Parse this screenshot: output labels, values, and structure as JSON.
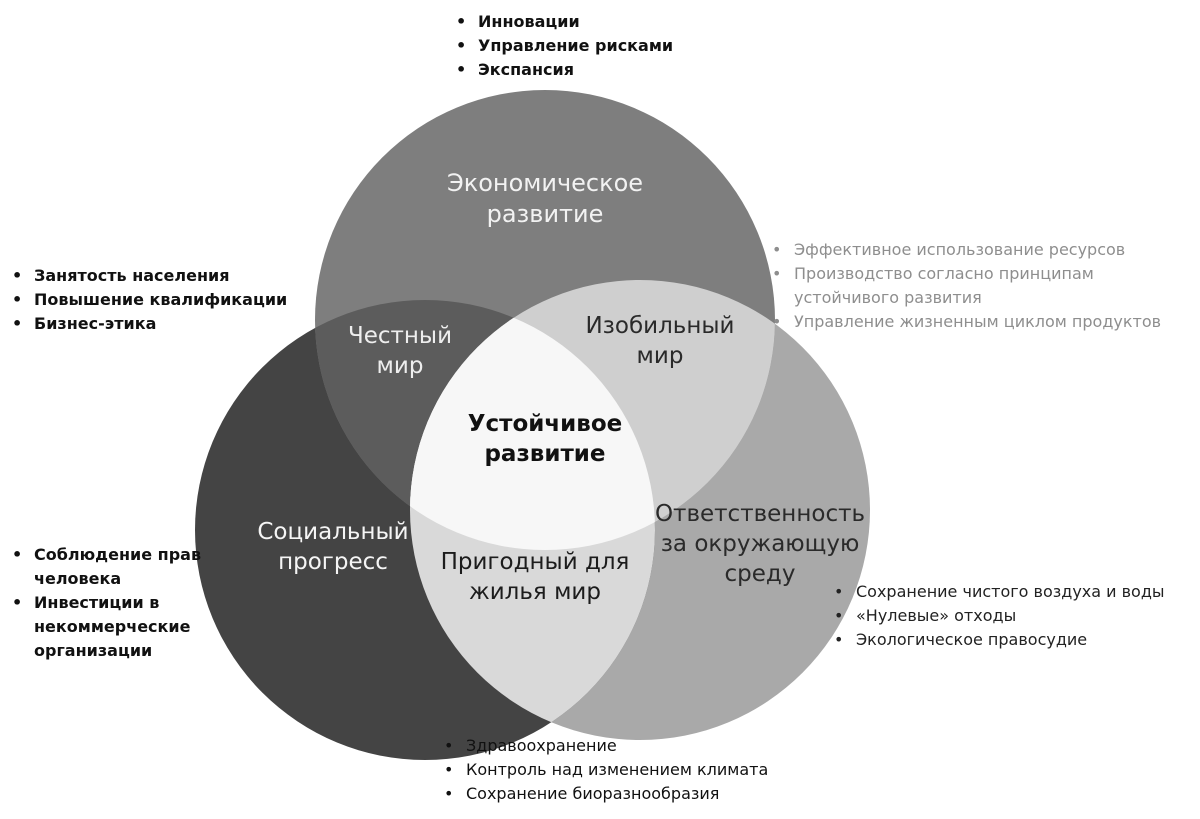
{
  "circles": {
    "economic": [
      "Экономическое",
      "развитие"
    ],
    "social": [
      "Социальный",
      "прогресс"
    ],
    "environmental": [
      "Ответственность",
      "за окружающую",
      "среду"
    ]
  },
  "intersections": {
    "honest_world": [
      "Честный",
      "мир"
    ],
    "abundant_world": [
      "Изобильный",
      "мир"
    ],
    "livable_world": [
      "Пригодный для",
      "жилья мир"
    ],
    "center": [
      "Устойчивое",
      "развитие"
    ]
  },
  "bullets": {
    "top": [
      "Инновации",
      "Управление рисками",
      "Экспансия"
    ],
    "left": [
      "Занятость населения",
      "Повышение квалификации",
      "Бизнес-этика"
    ],
    "right": [
      "Эффективное использование ресурсов",
      "Производство согласно принципам устойчивого развития",
      "Управление жизненным циклом продуктов"
    ],
    "lower_left": [
      "Соблюдение прав человека",
      "Инвестиции в некоммерческие организации"
    ],
    "lower_right": [
      "Сохранение чистого воздуха и воды",
      "«Нулевые» отходы",
      "Экологическое правосудие"
    ],
    "bottom": [
      "Здравоохранение",
      "Контроль над изменением климата",
      "Сохранение биоразнообразия"
    ]
  },
  "colors": {
    "economic": "#7e7e7e",
    "social": "#444444",
    "environmental": "#a9a9a9",
    "honest_world": "#5c5c5c",
    "abundant_world": "#cfcfcf",
    "livable_world": "#d9d9d9",
    "center": "#f7f7f7"
  }
}
